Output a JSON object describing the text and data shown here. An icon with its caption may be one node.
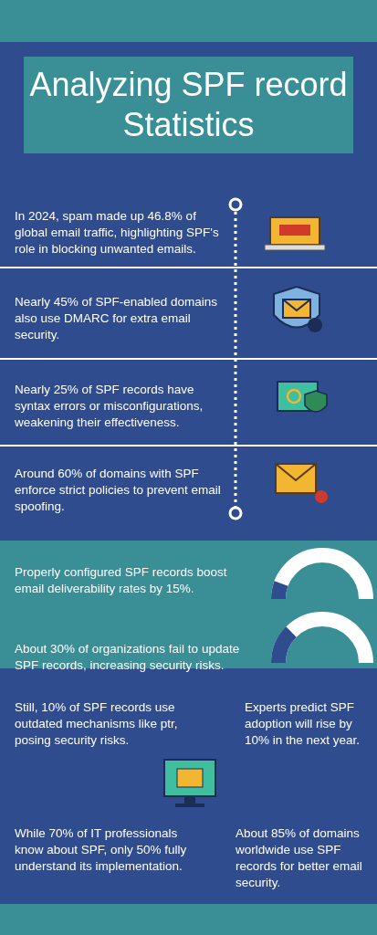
{
  "diagram": {
    "title": "Analyzing SPF record Statistics",
    "labels": [
      "In 2024, spam made up 46.8% of global email traffic, highlighting SPF's role in blocking unwanted emails.",
      "Nearly 45% of SPF-enabled domains also use DMARC for extra email security.",
      "Nearly 25% of SPF records have syntax errors or misconfigurations, weakening their effectiveness.",
      "Around 60% of domains with SPF enforce strict policies to prevent email spoofing.",
      "Properly configured SPF records boost email deliverability rates by 15%.",
      "About 30% of organizations fail to update SPF records, increasing security risks.",
      "Still, 10% of SPF records use outdated mechanisms like ptr, posing security risks.",
      "Experts predict SPF adoption will rise by 10% in the next year.",
      "While 70% of IT professionals know about SPF, only 50% fully understand its implementation.",
      "About 85% of domains worldwide use SPF records for better email security."
    ]
  }
}
